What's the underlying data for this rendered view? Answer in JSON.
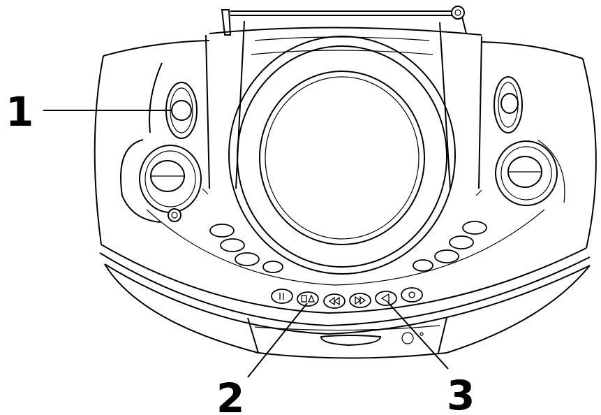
{
  "diagram": {
    "callouts": [
      {
        "id": "1",
        "label": "1"
      },
      {
        "id": "2",
        "label": "2"
      },
      {
        "id": "3",
        "label": "3"
      }
    ],
    "transport_buttons": [
      {
        "icon": "pause-icon"
      },
      {
        "icon": "stop-eject-icon"
      },
      {
        "icon": "rewind-icon"
      },
      {
        "icon": "fast-forward-icon"
      },
      {
        "icon": "play-icon"
      },
      {
        "icon": "record-icon"
      }
    ]
  }
}
